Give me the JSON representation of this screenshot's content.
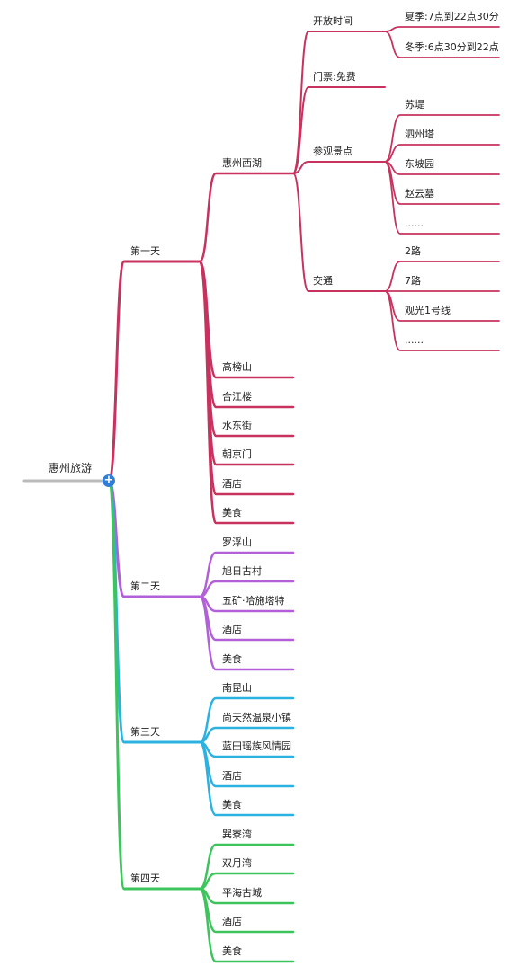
{
  "root": {
    "label": "惠州旅游",
    "expand_symbol": "+"
  },
  "colors": {
    "day1": "#c8325f",
    "day2": "#b260d8",
    "day3": "#2cb2e0",
    "day4": "#3ec45d",
    "root_line": "#bbbbbb"
  },
  "days": [
    {
      "label": "第一天",
      "nodes": [
        {
          "label": "惠州西湖",
          "children": [
            {
              "label": "开放时间",
              "children": [
                {
                  "label": "夏季:7点到22点30分"
                },
                {
                  "label": "冬季:6点30分到22点"
                }
              ]
            },
            {
              "label": "门票:免费"
            },
            {
              "label": "参观景点",
              "children": [
                {
                  "label": "苏堤"
                },
                {
                  "label": "泗州塔"
                },
                {
                  "label": "东坡园"
                },
                {
                  "label": "赵云墓"
                },
                {
                  "label": "......"
                }
              ]
            },
            {
              "label": "交通",
              "children": [
                {
                  "label": "2路"
                },
                {
                  "label": "7路"
                },
                {
                  "label": "观光1号线"
                },
                {
                  "label": "......"
                }
              ]
            }
          ]
        },
        {
          "label": "高榜山"
        },
        {
          "label": "合江楼"
        },
        {
          "label": "水东街"
        },
        {
          "label": "朝京门"
        },
        {
          "label": "酒店"
        },
        {
          "label": "美食"
        }
      ]
    },
    {
      "label": "第二天",
      "nodes": [
        {
          "label": "罗浮山"
        },
        {
          "label": "旭日古村"
        },
        {
          "label": "五矿·哈施塔特"
        },
        {
          "label": "酒店"
        },
        {
          "label": "美食"
        }
      ]
    },
    {
      "label": "第三天",
      "nodes": [
        {
          "label": "南昆山"
        },
        {
          "label": "尚天然温泉小镇"
        },
        {
          "label": "蓝田瑶族风情园"
        },
        {
          "label": "酒店"
        },
        {
          "label": "美食"
        }
      ]
    },
    {
      "label": "第四天",
      "nodes": [
        {
          "label": "巽寮湾"
        },
        {
          "label": "双月湾"
        },
        {
          "label": "平海古城"
        },
        {
          "label": "酒店"
        },
        {
          "label": "美食"
        }
      ]
    }
  ]
}
